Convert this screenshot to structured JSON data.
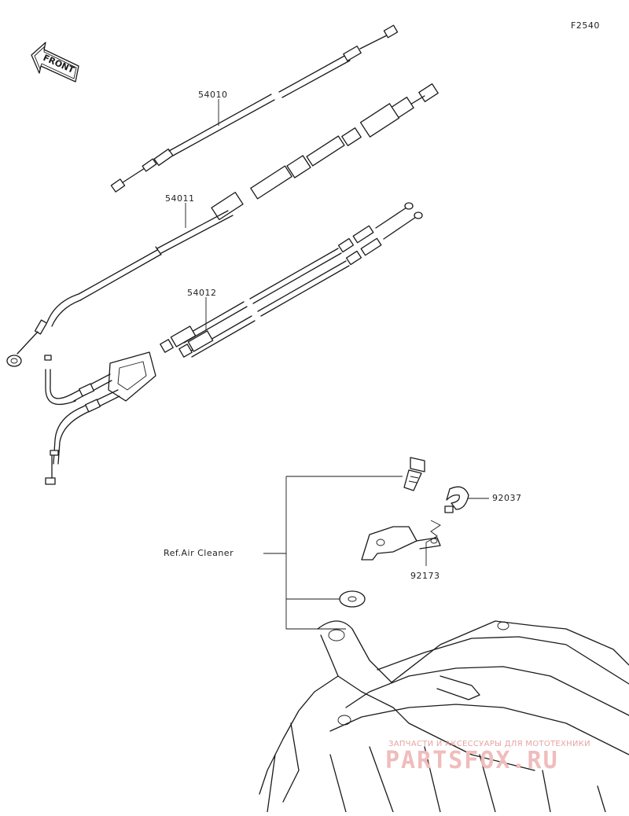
{
  "diagram": {
    "figure_code": "F2540",
    "front_marker": "FRONT",
    "ref_label": "Ref.Air Cleaner",
    "parts": [
      {
        "number": "54010"
      },
      {
        "number": "54011"
      },
      {
        "number": "54012"
      },
      {
        "number": "92037"
      },
      {
        "number": "92173"
      }
    ]
  },
  "watermark": {
    "line1": "ЗАПЧАСТИ И АКСЕССУАРЫ ДЛЯ МОТОТЕХНИКИ",
    "line2": "PARTSFOX.RU"
  },
  "colors": {
    "line": "#1a1a1a",
    "watermark": "#f0bcbc"
  }
}
